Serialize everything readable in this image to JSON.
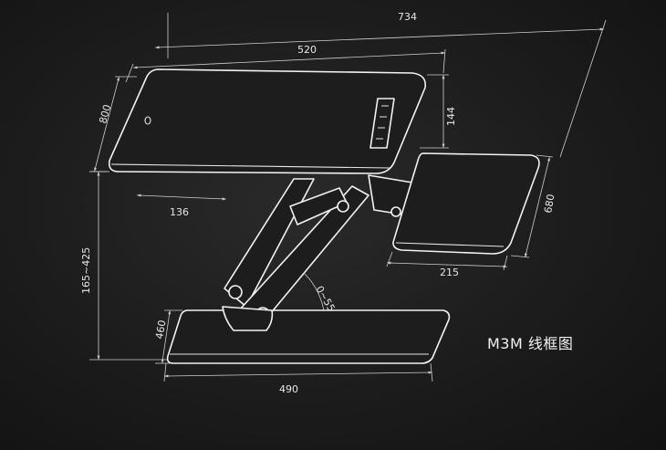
{
  "dimensions": {
    "overall_width": "734",
    "top_width": "520",
    "top_depth": "800",
    "top_offset": "144",
    "keyboard_depth": "680",
    "keyboard_width": "215",
    "travel": "136",
    "height_range": "165~425",
    "base_depth": "460",
    "base_width": "490",
    "tilt_angle": "0~55°"
  },
  "caption": "M3M 线框图",
  "colors": {
    "background": "#1c1c1c",
    "line": "#f2f2f2",
    "text": "#e6e6e6"
  }
}
